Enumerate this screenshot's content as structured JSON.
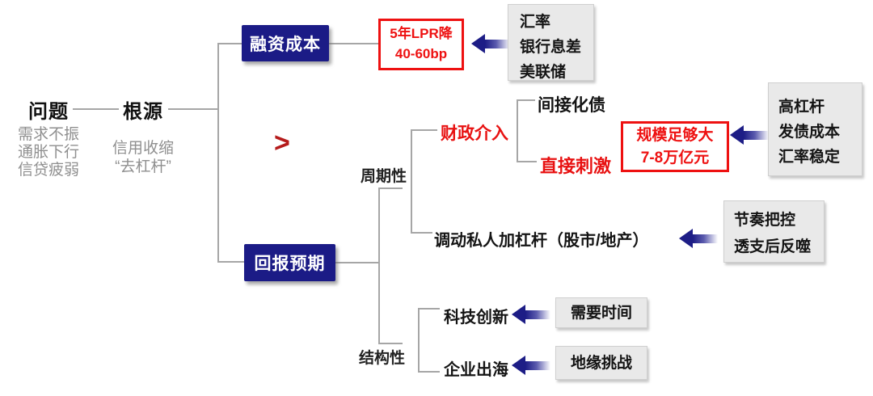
{
  "problem": {
    "title": "问题",
    "line1": "需求不振",
    "line2": "通胀下行",
    "line3": "信贷疲弱"
  },
  "root_cause": {
    "title": "根源",
    "line1": "信用收缩",
    "line2": "“去杠杆”"
  },
  "comparator": ">",
  "branches": {
    "financing_cost": "融资成本",
    "return_expectation": "回报预期"
  },
  "categories": {
    "cyclical": "周期性",
    "structural": "结构性"
  },
  "measures": {
    "fiscal_intervention": "财政介入",
    "indirect_debt_resolution": "间接化债",
    "direct_stimulus": "直接刺激",
    "private_leverage": "调动私人加杠杆（股市/地产）",
    "tech_innovation": "科技创新",
    "companies_overseas": "企业出海"
  },
  "highlight_boxes": {
    "lpr_cut": {
      "line1": "5年LPR降",
      "line2": "40-60bp"
    },
    "stimulus_scale": {
      "line1": "规模足够大",
      "line2": "7-8万亿元"
    }
  },
  "constraints": {
    "financing": {
      "line1": "汇率",
      "line2": "银行息差",
      "line3": "美联储"
    },
    "stimulus": {
      "line1": "高杠杆",
      "line2": "发债成本",
      "line3": "汇率稳定"
    },
    "leverage": {
      "line1": "节奏把控",
      "line2": "透支后反噬"
    },
    "tech": {
      "line1": "需要时间"
    },
    "overseas": {
      "line1": "地缘挑战"
    }
  },
  "colors": {
    "navy": "#1b1b86",
    "red": "#ee1111",
    "comparator_red": "#b51b1b",
    "gray_box": "#e9e9e9",
    "line_gray": "#a6a6a6",
    "gray_text": "#8f8f8f"
  }
}
